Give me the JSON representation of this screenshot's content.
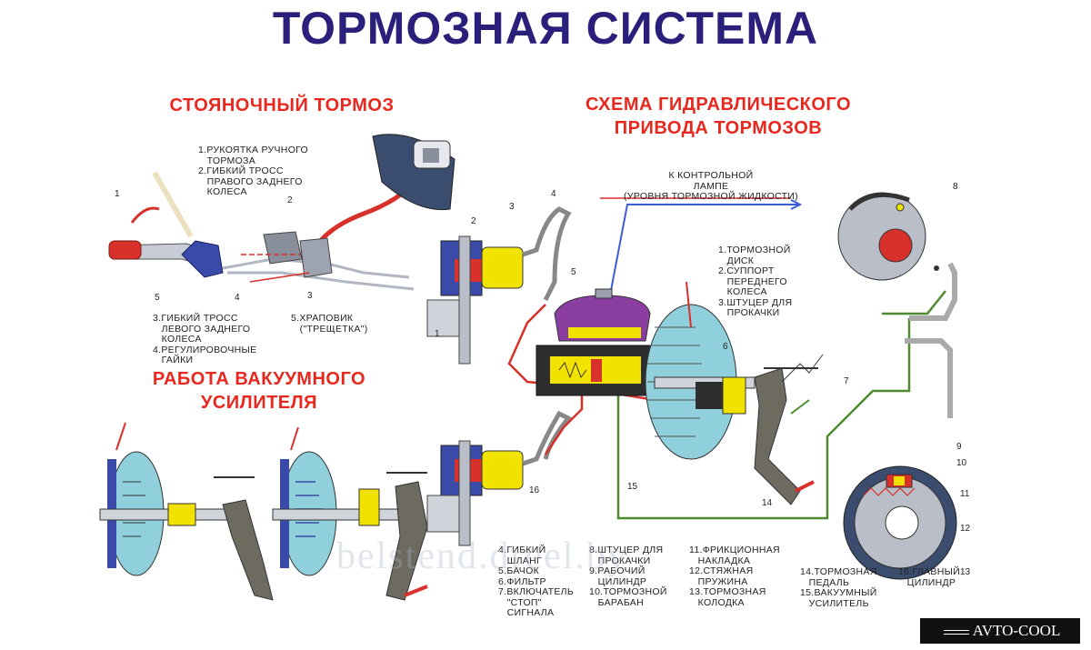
{
  "title": "ТОРМОЗНАЯ СИСТЕМА",
  "sections": {
    "parking": "СТОЯНОЧНЫЙ ТОРМОЗ",
    "vacuum_line1": "РАБОТА ВАКУУМНОГО",
    "vacuum_line2": "УСИЛИТЕЛЯ",
    "hydraulic_line1": "СХЕМА ГИДРАВЛИЧЕСКОГО",
    "hydraulic_line2": "ПРИВОДА ТОРМОЗОВ"
  },
  "parking_legend": {
    "top": "1.РУКОЯТКА РУЧНОГО\n   ТОРМОЗА\n2.ГИБКИЙ ТРОСС\n   ПРАВОГО ЗАДНЕГО\n   КОЛЕСА",
    "bottom_left": "3.ГИБКИЙ ТРОСС\n   ЛЕВОГО ЗАДНЕГО\n   КОЛЕСА\n4.РЕГУЛИРОВОЧНЫЕ\n   ГАЙКИ",
    "bottom_right": "5.ХРАПОВИК\n   (\"ТРЕЩЕТКА\")"
  },
  "control_lamp": "К КОНТРОЛЬНОЙ\nЛАМПЕ\n(УРОВНЯ ТОРМОЗНОЙ ЖИДКОСТИ)",
  "disc_legend": "1.ТОРМОЗНОЙ\n   ДИСК\n2.СУППОРТ\n   ПЕРЕДНЕГО\n   КОЛЕСА\n3.ШТУЦЕР ДЛЯ\n   ПРОКАЧКИ",
  "bottom_legend": {
    "col1": "4.ГИБКИЙ\n   ШЛАНГ\n5.БАЧОК\n6.ФИЛЬТР\n7.ВКЛЮЧАТЕЛЬ\n   \"СТОП\"\n   СИГНАЛА",
    "col2": "8.ШТУЦЕР ДЛЯ\n   ПРОКАЧКИ\n9.РАБОЧИЙ\n   ЦИЛИНДР\n10.ТОРМОЗНОЙ\n   БАРАБАН",
    "col3": "11.ФРИКЦИОННАЯ\n   НАКЛАДКА\n12.СТЯЖНАЯ\n   ПРУЖИНА\n13.ТОРМОЗНАЯ\n   КОЛОДКА",
    "col4": "14.ТОРМОЗНАЯ\n   ПЕДАЛЬ\n15.ВАКУУМНЫЙ\n   УСИЛИТЕЛЬ",
    "col5": "16.ГЛАВНЫЙ\n   ЦИЛИНДР"
  },
  "callouts": {
    "p1": "1",
    "p2": "2",
    "p3": "3",
    "p4": "4",
    "p5": "5",
    "h1": "1",
    "h2": "2",
    "h3": "3",
    "h4": "4",
    "h5": "5",
    "h6": "6",
    "h7": "7",
    "h8": "8",
    "h9": "9",
    "h10": "10",
    "h11": "11",
    "h12": "12",
    "h13": "13",
    "h14": "14",
    "h15": "15",
    "h16": "16"
  },
  "watermark": "belstend.dreel.by",
  "badge": "AVTO-COOL",
  "colors": {
    "title": "#2a1f7a",
    "section": "#e8281e",
    "booster": "#8fd0dc",
    "reservoir": "#8a3fa0",
    "cylinder_yellow": "#f2e200",
    "brake_line_red": "#d8302a",
    "brake_line_green": "#4e8a2e",
    "lamp_wire_blue": "#3a5bd6"
  }
}
